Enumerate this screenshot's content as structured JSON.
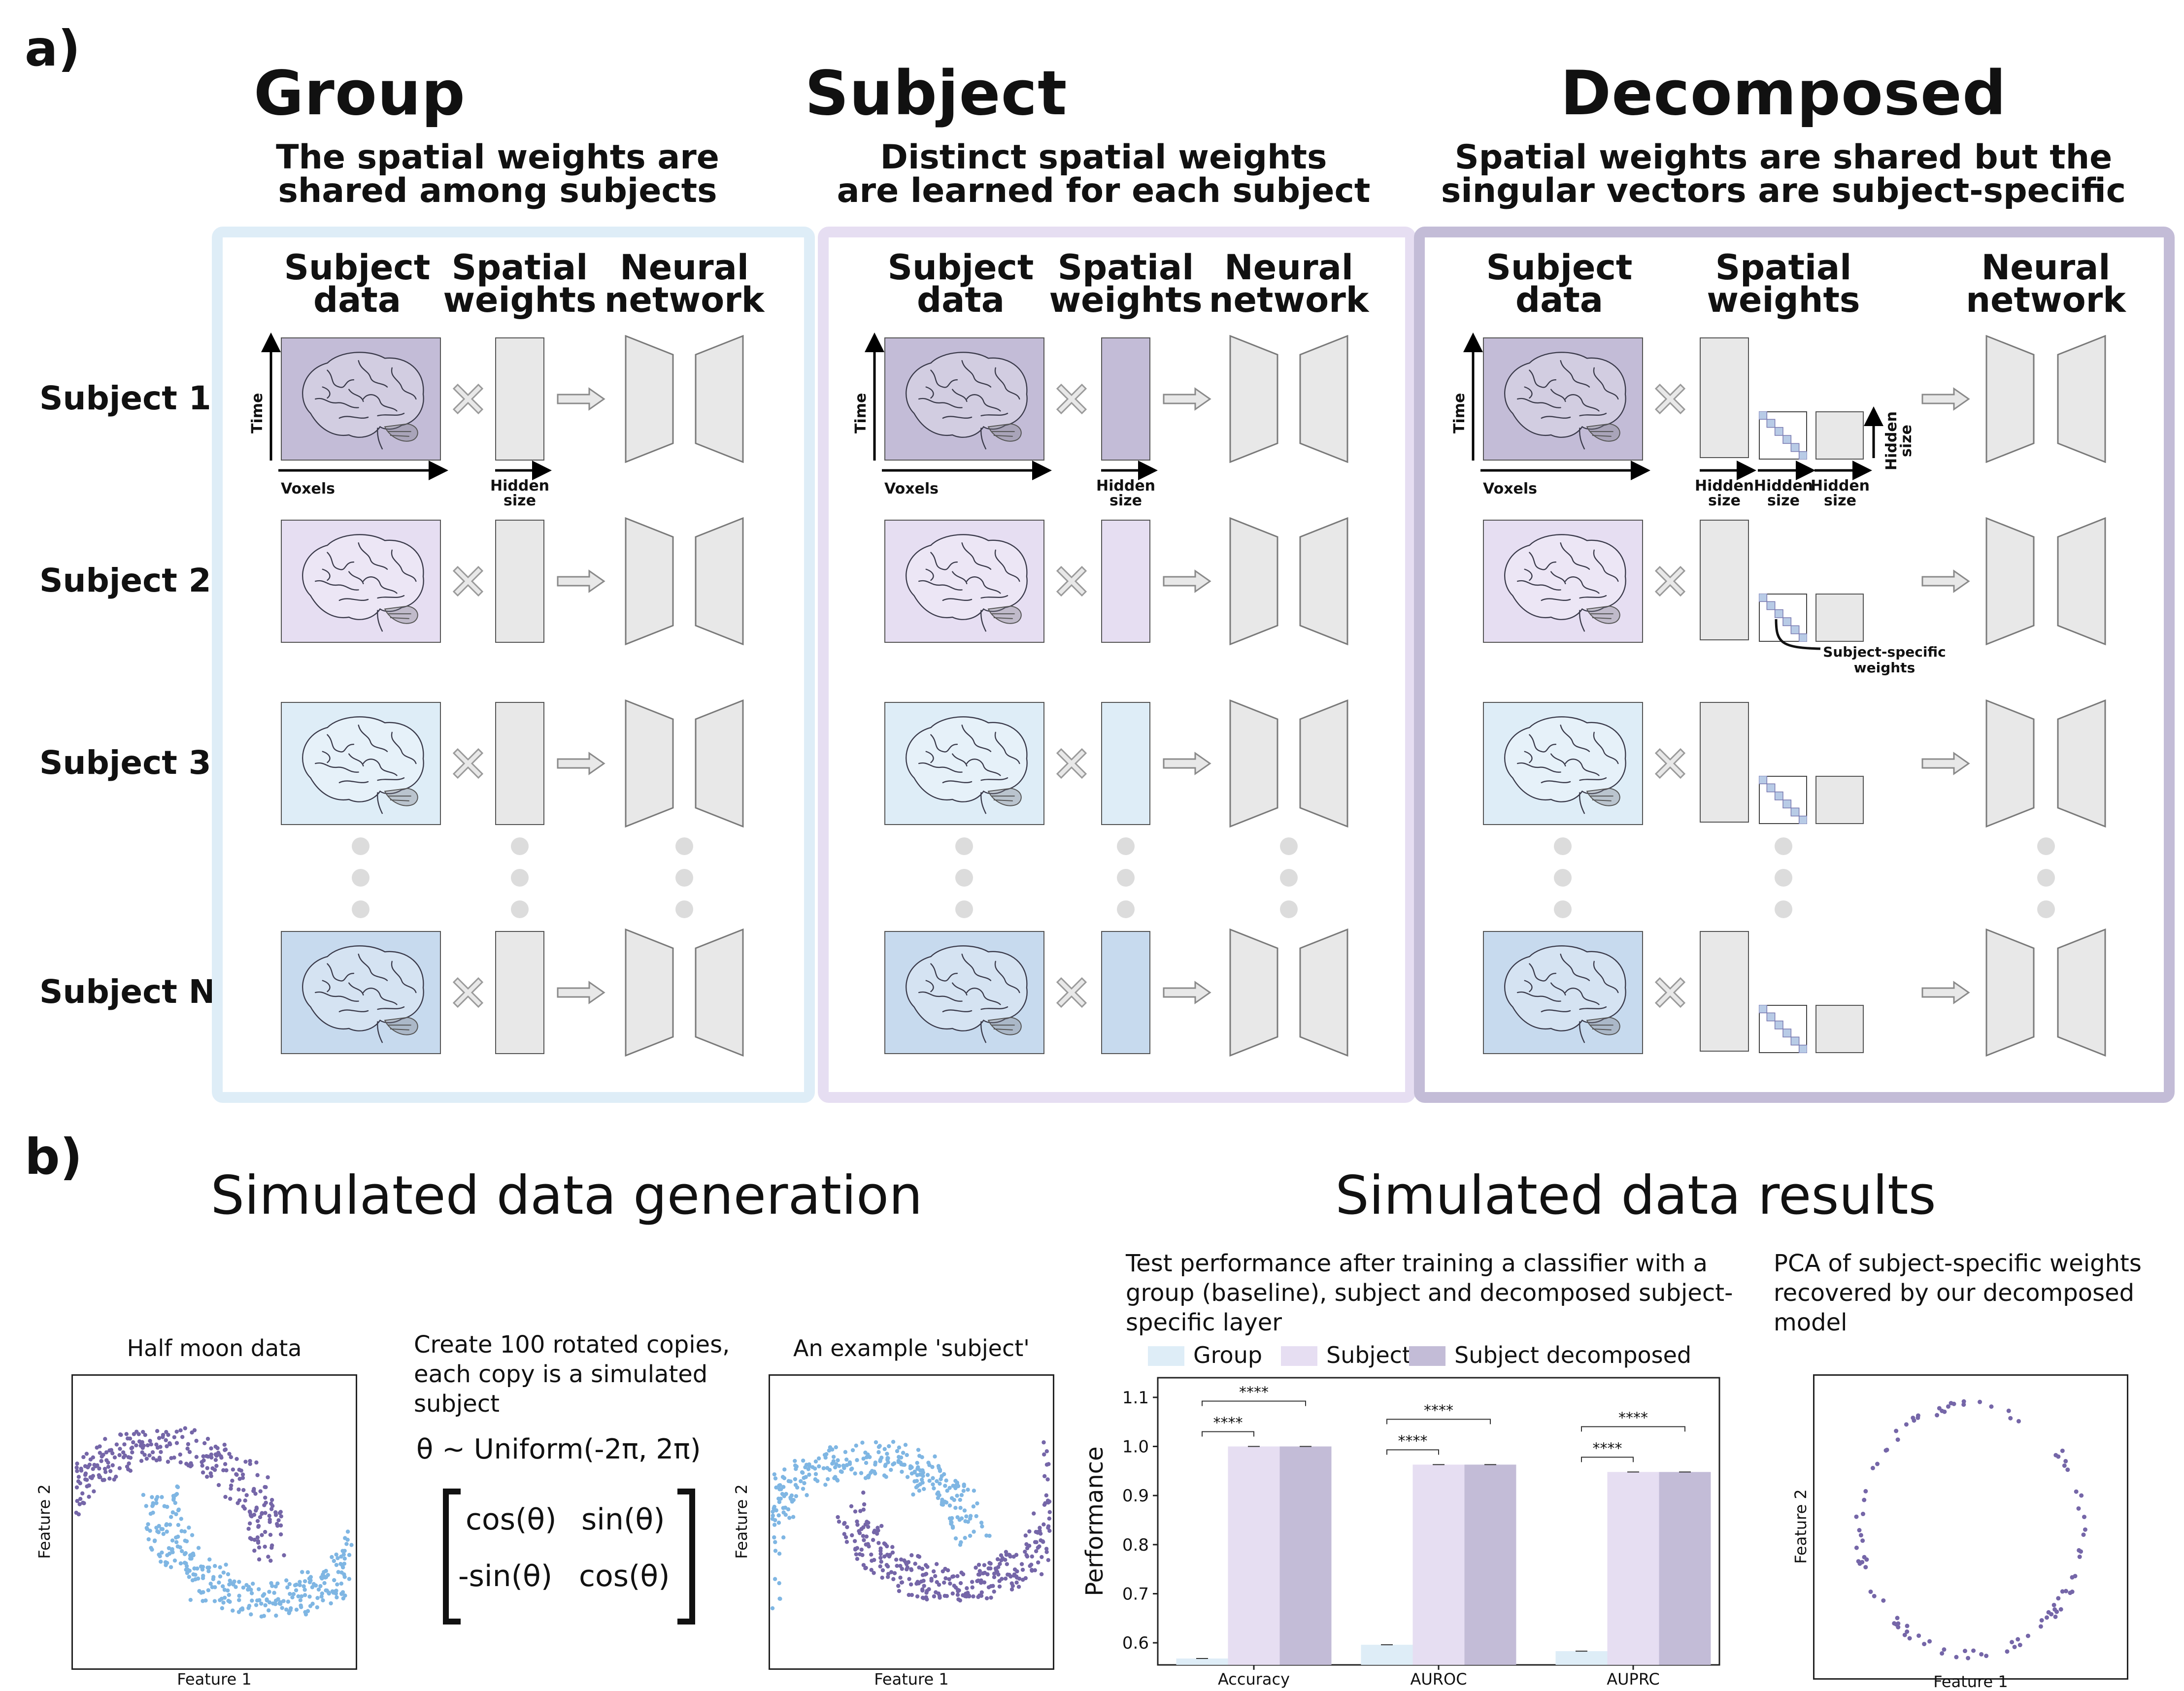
{
  "panel_a": {
    "tag": "a)",
    "sections": [
      {
        "title": "Group",
        "subtitle_line1": "The spatial weights are",
        "subtitle_line2": "shared among subjects",
        "frame_color": "#deedf7"
      },
      {
        "title": "Subject",
        "subtitle_line1": "Distinct spatial weights",
        "subtitle_line2": "are learned for each subject",
        "frame_color": "#e6def2"
      },
      {
        "title": "Decomposed",
        "subtitle_line1": "Spatial weights are shared but the",
        "subtitle_line2": "singular vectors are subject-specific",
        "frame_color": "#c3bcd7"
      }
    ],
    "columns": {
      "subject_data_1": "Subject",
      "subject_data_2": "data",
      "spatial_weights_1": "Spatial",
      "spatial_weights_2": "weights",
      "neural_network_1": "Neural",
      "neural_network_2": "network"
    },
    "subjects": [
      "Subject 1",
      "Subject 2",
      "Subject 3",
      "Subject N"
    ],
    "subject_colors": [
      "#c3bcd7",
      "#e6def2",
      "#deedf7",
      "#c7daee"
    ],
    "axis_labels": {
      "time": "Time",
      "voxels": "Voxels",
      "hidden_l1": "Hidden",
      "hidden_l2": "size"
    },
    "annotation_l1": "Subject-specific",
    "annotation_l2": "weights",
    "icons": [
      "brain-icon",
      "multiply-icon",
      "arrow-right-icon",
      "encoder-trapezoid-icon",
      "decoder-trapezoid-icon",
      "ellipsis-dots-icon",
      "diagonal-matrix-icon"
    ]
  },
  "panel_b": {
    "tag": "b)",
    "generation_title": "Simulated data generation",
    "results_title": "Simulated data results",
    "half_moon_title": "Half moon data",
    "rotate_l1": "Create 100 rotated copies,",
    "rotate_l2": "each copy is a simulated",
    "rotate_l3": "subject",
    "theta": "θ ~ Uniform(-2π, 2π)",
    "matrix": {
      "a": "cos(θ)",
      "b": "sin(θ)",
      "c": "-sin(θ)",
      "d": "cos(θ)"
    },
    "example_title": "An example 'subject'",
    "feature1": "Feature 1",
    "feature2": "Feature 2",
    "perf_desc_l1": "Test performance after training a classifier with a",
    "perf_desc_l2": "group (baseline), subject and decomposed subject-",
    "perf_desc_l3": "specific layer",
    "pca_desc_l1": "PCA of subject-specific weights",
    "pca_desc_l2": "recovered by our decomposed",
    "pca_desc_l3": "model",
    "moon_colors": {
      "upper": "#7566a8",
      "lower": "#7fb6e3"
    }
  },
  "chart_data": {
    "type": "bar",
    "categories": [
      "Accuracy",
      "AUROC",
      "AUPRC"
    ],
    "series": [
      {
        "name": "Group",
        "values": [
          0.568,
          0.596,
          0.583
        ],
        "color": "#deedf7"
      },
      {
        "name": "Subject",
        "values": [
          1.0,
          0.963,
          0.948
        ],
        "color": "#e6def2"
      },
      {
        "name": "Subject decomposed",
        "values": [
          1.0,
          0.963,
          0.948
        ],
        "color": "#c3bcd7"
      }
    ],
    "ylabel": "Performance",
    "ylim": [
      0.555,
      1.14
    ],
    "yticks": [
      "0.6",
      "0.7",
      "0.8",
      "0.9",
      "1.0",
      "1.1"
    ],
    "significance": "****",
    "legend": "top"
  }
}
